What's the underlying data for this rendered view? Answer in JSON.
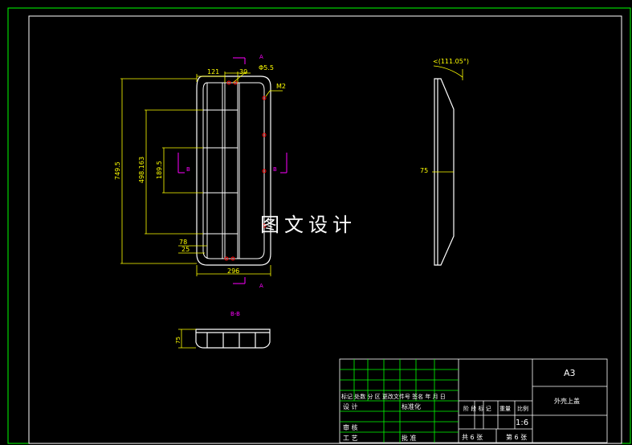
{
  "drawing": {
    "front_view": {
      "dim_top_left": "121",
      "dim_top_mid": "30",
      "dim_hole": "Φ5.5",
      "dim_thread": "M2",
      "dim_overall_height": "749.5",
      "dim_inner_height": "498.163",
      "dim_mid_height": "189.5",
      "dim_bottom_a": "78",
      "dim_bottom_b": "25",
      "dim_width": "296",
      "section_mark_top": "A",
      "section_mark_bottom": "A",
      "view_arrow_left": "B",
      "view_arrow_right": "B"
    },
    "side_view": {
      "dim_angle": "<(111.05°)",
      "dim_depth": "75"
    },
    "section_view": {
      "label": "B-B",
      "dim_thickness": "75"
    },
    "watermark": "图文设计"
  },
  "title_block": {
    "sheet_size": "A3",
    "part_name": "外壳上盖",
    "row_header": "标记 处数 分  区 更改文件号  签名 年 月 日",
    "design": "设  计",
    "standardize": "标准化",
    "review": "审  核",
    "process": "工  艺",
    "approve": "批  准",
    "stage_label": "阶 段 标 记",
    "weight_label": "重量",
    "scale_label": "比例",
    "scale_value": "1:6",
    "sheet_total": "共 6 张",
    "sheet_no": "第 6 张"
  },
  "colors": {
    "border": "#00ff00",
    "line": "#ffffff",
    "dim": "#ffff00",
    "mark": "#ff00ff",
    "red": "#ff0000"
  }
}
